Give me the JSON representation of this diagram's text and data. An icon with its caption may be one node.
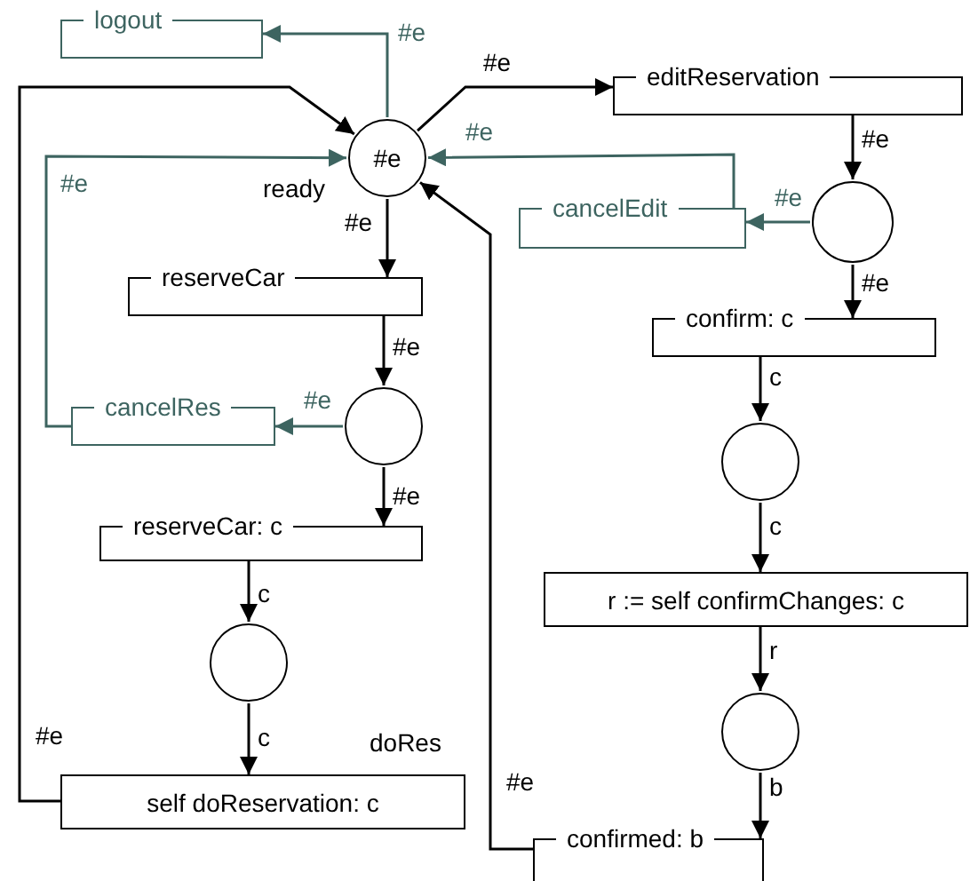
{
  "diagram": {
    "nodes": [
      {
        "text": [
          "logout"
        ]
      },
      {
        "text": [
          "#e"
        ],
        "beside": [
          "ready"
        ]
      },
      {
        "text": [
          "editReservation"
        ]
      },
      {
        "text": [
          "cancelEdit"
        ]
      },
      {
        "text": [],
        "shape": "circle"
      },
      {
        "text": [
          "confirm: c"
        ]
      },
      {
        "text": [],
        "shape": "circle"
      },
      {
        "text": [
          "r := self confirmChanges: c"
        ]
      },
      {
        "text": [],
        "shape": "circle"
      },
      {
        "text": [
          "confirmed: b"
        ]
      },
      {
        "text": [
          "reserveCar"
        ]
      },
      {
        "text": [],
        "shape": "circle"
      },
      {
        "text": [
          "cancelRes"
        ]
      },
      {
        "text": [
          "reserveCar: c"
        ]
      },
      {
        "text": [],
        "shape": "circle"
      },
      {
        "text": [
          "self doReservation: c"
        ],
        "beside": [
          "doRes"
        ]
      }
    ],
    "edges": [
      {
        "from": 1,
        "to": 0,
        "arrow": "to",
        "label": "#e",
        "color": "#3d6460"
      },
      {
        "from": 1,
        "to": 2,
        "arrow": "to",
        "label": "#e"
      },
      {
        "from": 3,
        "to": 1,
        "arrow": "to",
        "label": "#e",
        "color": "#3d6460"
      },
      {
        "from": 2,
        "to": 4,
        "arrow": "to",
        "label": "#e"
      },
      {
        "from": 4,
        "to": 3,
        "arrow": "to",
        "label": "#e",
        "color": "#3d6460"
      },
      {
        "from": 4,
        "to": 5,
        "arrow": "to",
        "label": "#e"
      },
      {
        "from": 5,
        "to": 6,
        "arrow": "to",
        "label": "c"
      },
      {
        "from": 6,
        "to": 7,
        "arrow": "to",
        "label": "c"
      },
      {
        "from": 7,
        "to": 8,
        "arrow": "to",
        "label": "r"
      },
      {
        "from": 8,
        "to": 9,
        "arrow": "to",
        "label": "b"
      },
      {
        "from": 9,
        "to": 1,
        "arrow": "to",
        "label": "#e"
      },
      {
        "from": 1,
        "to": 10,
        "arrow": "to",
        "label": "#e"
      },
      {
        "from": 10,
        "to": 11,
        "arrow": "to",
        "label": "#e"
      },
      {
        "from": 11,
        "to": 12,
        "arrow": "to",
        "label": "#e",
        "color": "#3d6460"
      },
      {
        "from": 12,
        "to": 1,
        "arrow": "to",
        "label": "#e",
        "color": "#3d6460"
      },
      {
        "from": 11,
        "to": 13,
        "arrow": "to",
        "label": "#e"
      },
      {
        "from": 13,
        "to": 14,
        "arrow": "to",
        "label": "c"
      },
      {
        "from": 14,
        "to": 15,
        "arrow": "to",
        "label": "c"
      },
      {
        "from": 15,
        "to": 1,
        "arrow": "to",
        "label": "#e"
      }
    ]
  }
}
